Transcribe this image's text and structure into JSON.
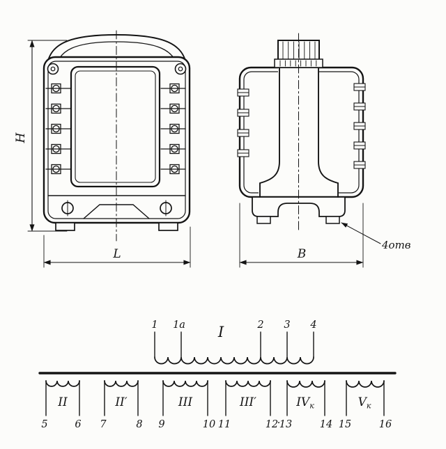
{
  "front_view": {
    "dim_height_label": "H",
    "dim_width_label": "L"
  },
  "side_view": {
    "dim_width_label": "B",
    "holes_label": "4отв"
  },
  "schematic": {
    "primary": {
      "label": "I",
      "taps": [
        "1",
        "1а",
        "2",
        "3",
        "4"
      ]
    },
    "separator": "·",
    "secondaries": [
      {
        "label": "II",
        "sub": "",
        "term_left": "5",
        "term_right": "6"
      },
      {
        "label": "II′",
        "sub": "",
        "term_left": "7",
        "term_right": "8"
      },
      {
        "label": "III",
        "sub": "",
        "term_left": "9",
        "term_right": "10"
      },
      {
        "label": "III′",
        "sub": "",
        "term_left": "11",
        "term_right": "12"
      },
      {
        "label": "IV",
        "sub": "к",
        "term_left": "13",
        "term_right": "14"
      },
      {
        "label": "V",
        "sub": "к",
        "term_left": "15",
        "term_right": "16"
      }
    ]
  }
}
